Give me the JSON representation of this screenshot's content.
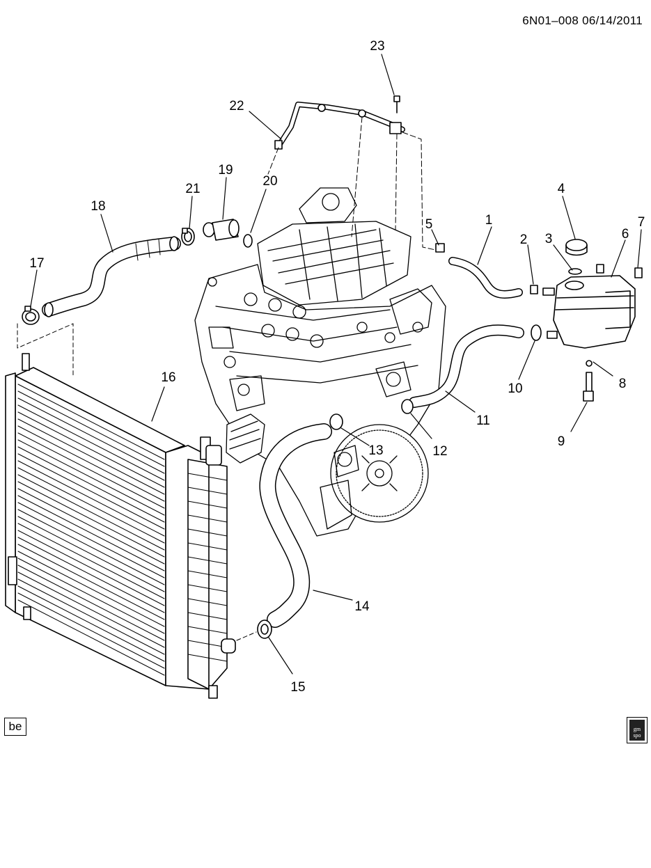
{
  "header": {
    "code": "6N01–008  06/14/2011"
  },
  "callouts": [
    "1",
    "2",
    "3",
    "4",
    "5",
    "6",
    "7",
    "8",
    "9",
    "10",
    "11",
    "12",
    "13",
    "14",
    "15",
    "16",
    "17",
    "18",
    "19",
    "20",
    "21",
    "22",
    "23"
  ],
  "footer": {
    "left_tag": "be",
    "logo_text": "gm\nspo"
  },
  "icons": {
    "logo": "gm-spo-logo-icon"
  }
}
